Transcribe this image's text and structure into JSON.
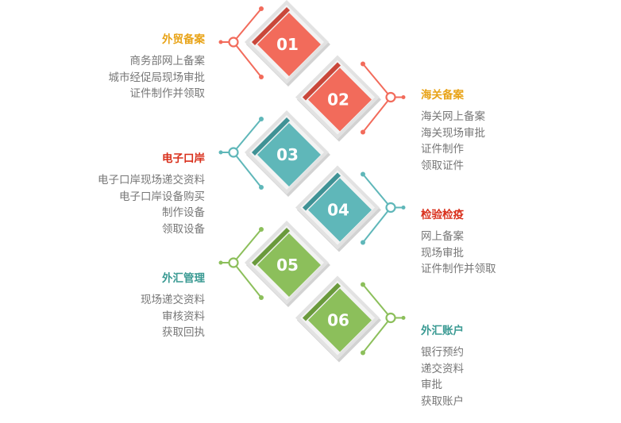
{
  "colors": {
    "red": "#f26b5b",
    "red_dark": "#c9473a",
    "teal": "#5fb7b9",
    "teal_dark": "#3f9295",
    "green": "#8cbf5b",
    "green_dark": "#6a9a3c",
    "frame": "#e2e2e2",
    "frame_shade": "#d2d2d2",
    "title_orange": "#e8a317",
    "title_red": "#d9301c",
    "title_teal": "#3a9a93"
  },
  "steps": [
    {
      "number": "01",
      "side": "left",
      "color": "red",
      "title": "外贸备案",
      "title_color": "title_orange",
      "items": [
        "商务部网上备案",
        "城市经促局现场审批",
        "证件制作并领取"
      ]
    },
    {
      "number": "02",
      "side": "right",
      "color": "red",
      "title": "海关备案",
      "title_color": "title_orange",
      "items": [
        "海关网上备案",
        "海关现场审批",
        "证件制作",
        "领取证件"
      ]
    },
    {
      "number": "03",
      "side": "left",
      "color": "teal",
      "title": "电子口岸",
      "title_color": "title_red",
      "items": [
        "电子口岸现场递交资料",
        "电子口岸设备购买",
        "制作设备",
        "领取设备"
      ]
    },
    {
      "number": "04",
      "side": "right",
      "color": "teal",
      "title": "检验检疫",
      "title_color": "title_red",
      "items": [
        "网上备案",
        "现场审批",
        "证件制作并领取"
      ]
    },
    {
      "number": "05",
      "side": "left",
      "color": "green",
      "title": "外汇管理",
      "title_color": "title_teal",
      "items": [
        "现场递交资料",
        "审核资料",
        "获取回执"
      ]
    },
    {
      "number": "06",
      "side": "right",
      "color": "green",
      "title": "外汇账户",
      "title_color": "title_teal",
      "items": [
        "银行预约",
        "递交资料",
        "审批",
        "获取账户"
      ]
    }
  ]
}
